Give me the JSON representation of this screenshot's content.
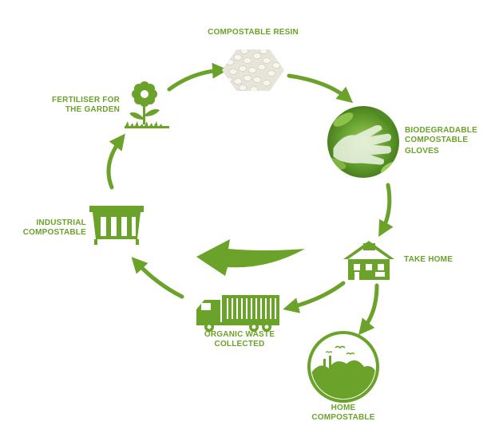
{
  "colors": {
    "accent": "#6aa22a"
  },
  "nodes": {
    "resin": {
      "label_lines": [
        "COMPOSTABLE RESIN"
      ],
      "icon": "resin-pellets-hexagon-icon"
    },
    "gloves": {
      "label_lines": [
        "BIODEGRADABLE",
        "COMPOSTABLE",
        "GLOVES"
      ],
      "icon": "glove-photo-circle-icon"
    },
    "take_home": {
      "label_lines": [
        "TAKE HOME"
      ],
      "icon": "house-icon"
    },
    "home_compostable": {
      "label_lines": [
        "HOME",
        "COMPOSTABLE"
      ],
      "icon": "compost-heap-icon"
    },
    "organic_waste": {
      "label_lines": [
        "ORGANIC WASTE",
        "COLLECTED"
      ],
      "icon": "truck-icon"
    },
    "industrial": {
      "label_lines": [
        "INDUSTRIAL",
        "COMPOSTABLE"
      ],
      "icon": "industrial-bin-icon"
    },
    "fertiliser": {
      "label_lines": [
        "FERTILISER FOR",
        "THE GARDEN"
      ],
      "icon": "flower-icon"
    }
  }
}
